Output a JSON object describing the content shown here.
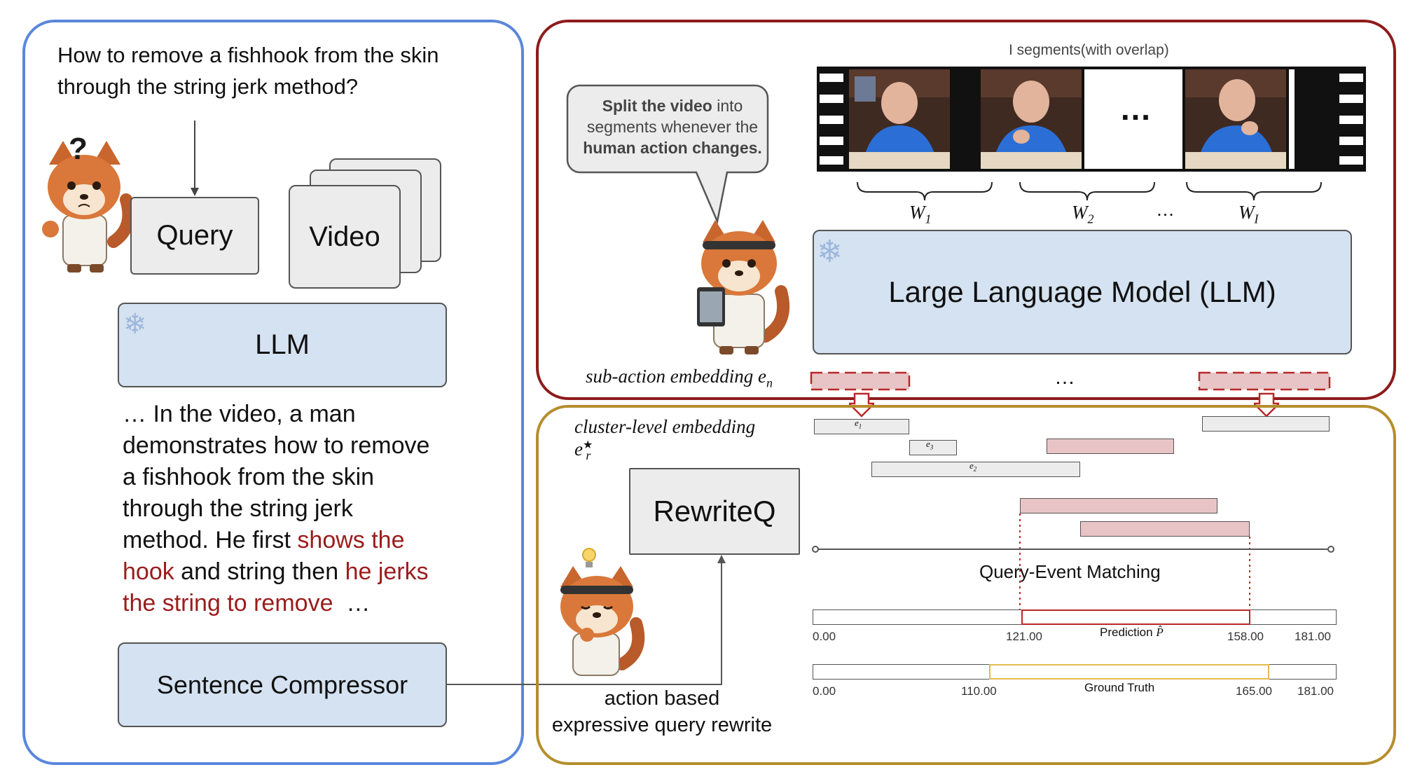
{
  "left": {
    "question": [
      "How to remove a fishhook from the skin",
      "through the string jerk method?"
    ],
    "query_label": "Query",
    "video_label": "Video",
    "llm_label": "LLM",
    "answer": {
      "line1": "… In the video, a man",
      "line2": "demonstrates how to remove",
      "line3": "a fishhook from the skin",
      "line4": "through the string jerk",
      "line5_a": "method. He first ",
      "line5_b": "shows the",
      "line6_a": "hook",
      "line6_b": " and string then ",
      "line6_c": "he jerks",
      "line7_a": "the string to remove",
      "line7_b": "  …"
    },
    "compressor_label": "Sentence Compressor",
    "question_mark": "?"
  },
  "top": {
    "segments_title": "I segments(with overlap)",
    "bubble": {
      "b1": "Split the video",
      "t1": " into",
      "t2": "segments whenever the",
      "b2": "human action changes."
    },
    "ellipsis": "…",
    "windows": [
      {
        "sym": "W",
        "sub": "1"
      },
      {
        "sym": "W",
        "sub": "2"
      },
      {
        "sym": "W",
        "sub": "I"
      }
    ],
    "windows_dots": "…",
    "llm_label": "Large Language Model (LLM)",
    "sub_action": {
      "text": "sub-action embedding e",
      "sub": "n"
    },
    "embed_dots": "…"
  },
  "bottom": {
    "cluster": {
      "text": "cluster-level embedding e",
      "sup": "★",
      "sub": "r"
    },
    "cluster_tags": [
      {
        "t": "e",
        "s": "1"
      },
      {
        "t": "e",
        "s": "3"
      },
      {
        "t": "e",
        "s": "2"
      }
    ],
    "rewrite_label": "RewriteQ",
    "caption": [
      "action based",
      "expressive query rewrite"
    ],
    "matching_label": "Query-Event Matching",
    "prediction": {
      "label": "Prediction",
      "symbol": "P̂",
      "start": "121.00",
      "end": "158.00",
      "zero": "0.00",
      "max": "181.00"
    },
    "ground_truth": {
      "label": "Ground Truth",
      "start": "110.00",
      "end": "165.00",
      "zero": "0.00",
      "max": "181.00"
    }
  },
  "colors": {
    "left_border": "#5b87dc",
    "top_border": "#8e1b1b",
    "bottom_border": "#b58e2d",
    "pred_border": "#b82828",
    "gt_border": "#e3bb4f",
    "pink": "#e9c4c6",
    "gray_bar": "#ececec",
    "blue_box": "#d5e2f1"
  }
}
